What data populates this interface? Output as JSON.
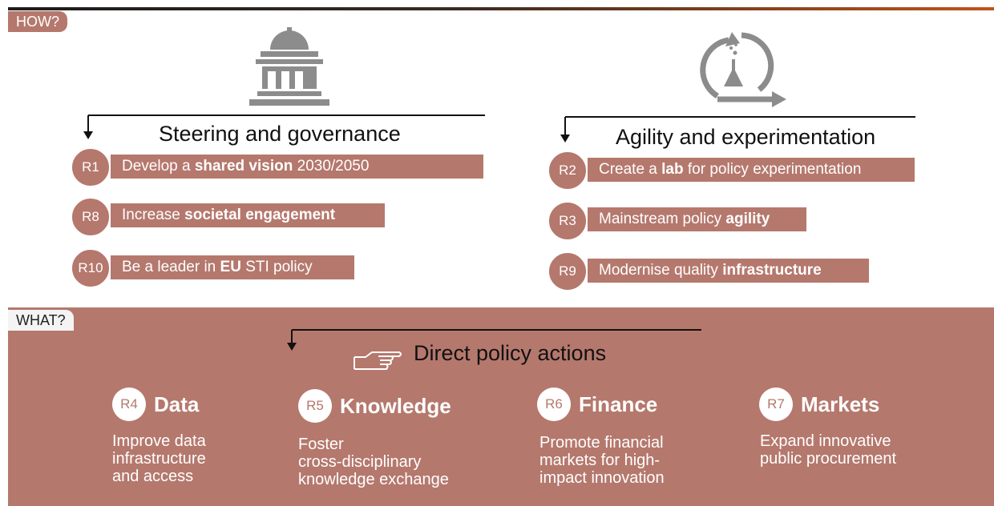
{
  "header": {
    "how_label": "HOW?",
    "what_label": "WHAT?"
  },
  "colors": {
    "accent": "#b5786d",
    "icon_gray": "#8c8c8c"
  },
  "left_column": {
    "title": "Steering and governance",
    "icon": "government-building-icon",
    "items": [
      {
        "code": "R1",
        "pre": "Develop a ",
        "bold": "shared vision",
        "post": " 2030/2050"
      },
      {
        "code": "R8",
        "pre": "Increase ",
        "bold": "societal engagement",
        "post": ""
      },
      {
        "code": "R10",
        "pre": "Be a leader in ",
        "bold": "EU",
        "post": " STI policy"
      }
    ]
  },
  "right_column": {
    "title": "Agility and experimentation",
    "icon": "lab-flask-cycle-icon",
    "items": [
      {
        "code": "R2",
        "pre": "Create a ",
        "bold": "lab",
        "post": " for policy experimentation"
      },
      {
        "code": "R3",
        "pre": "Mainstream policy ",
        "bold": "agility",
        "post": ""
      },
      {
        "code": "R9",
        "pre": "Modernise quality ",
        "bold": "infrastructure",
        "post": ""
      }
    ]
  },
  "direct": {
    "title": "Direct policy actions",
    "icon": "pointing-hand-icon",
    "actions": [
      {
        "code": "R4",
        "title": "Data",
        "lines": [
          "Improve data",
          "infrastructure",
          "and access"
        ]
      },
      {
        "code": "R5",
        "title": "Knowledge",
        "lines": [
          "Foster",
          "cross-disciplinary",
          "knowledge exchange"
        ]
      },
      {
        "code": "R6",
        "title": "Finance",
        "lines": [
          "Promote financial",
          "markets for high-",
          "impact innovation"
        ]
      },
      {
        "code": "R7",
        "title": "Markets",
        "lines": [
          "Expand innovative",
          "public procurement"
        ]
      }
    ]
  }
}
